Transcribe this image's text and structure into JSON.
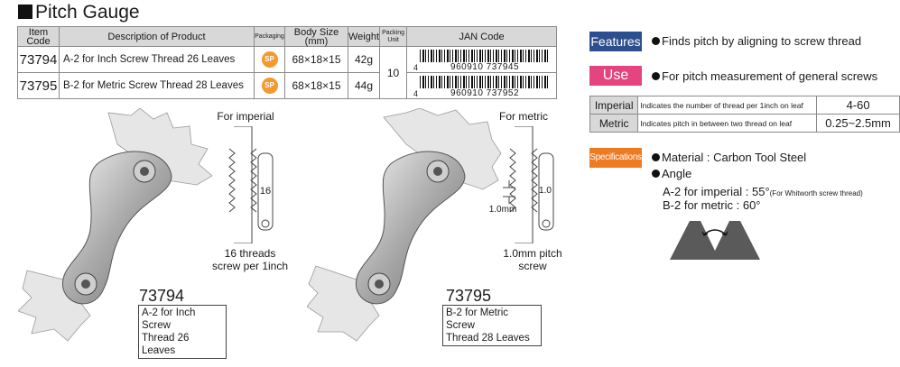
{
  "title": "Pitch Gauge",
  "table": {
    "headers": {
      "item_code": "Item Code",
      "description": "Description of Product",
      "packaging": "Packaging",
      "body_size": "Body Size (mm)",
      "weight": "Weight",
      "packing_unit": "Packing Unit",
      "jan_code": "JAN Code"
    },
    "packing_unit_value": "10",
    "rows": [
      {
        "code": "73794",
        "description": "A-2 for Inch Screw Thread 26 Leaves",
        "packaging": "SP",
        "body_size": "68×18×15",
        "weight": "42g",
        "jan_lead": "4",
        "jan_number": "960910 737945"
      },
      {
        "code": "73795",
        "description": "B-2 for Metric Screw Thread 28 Leaves",
        "packaging": "SP",
        "body_size": "68×18×15",
        "weight": "44g",
        "jan_lead": "4",
        "jan_number": "960910 737952"
      }
    ]
  },
  "imperial_fig": {
    "label_top": "For imperial",
    "dim": "16",
    "caption_line1": "16 threads",
    "caption_line2": "screw per 1inch",
    "code": "73794",
    "box_line1": "A-2 for Inch Screw",
    "box_line2": "Thread 26 Leaves"
  },
  "metric_fig": {
    "label_top": "For metric",
    "dim_right": "1.0",
    "dim_left": "1.0mm",
    "caption_line1": "1.0mm pitch",
    "caption_line2": "screw",
    "code": "73795",
    "box_line1": "B-2 for Metric Screw",
    "box_line2": "Thread 28 Leaves"
  },
  "features": {
    "tag": "Features",
    "text": "Finds pitch by aligning to screw thread"
  },
  "use": {
    "tag": "Use",
    "text": "For pitch measurement of general screws"
  },
  "pitch_table": [
    {
      "label": "Imperial",
      "desc": "Indicates the number of thread per 1inch on leaf",
      "value": "4-60"
    },
    {
      "label": "Metric",
      "desc": "Indicates pitch in between two thread on leaf",
      "value": "0.25~2.5mm"
    }
  ],
  "specs": {
    "tag": "Specifications",
    "material": "Material : Carbon Tool Steel",
    "angle": "Angle",
    "imperial_angle": "A-2 for imperial : 55°",
    "imperial_note": "(For Whitworth screw thread)",
    "metric_angle": "B-2 for metric : 60°"
  },
  "colors": {
    "features": "#2e4f8f",
    "use": "#e4457e",
    "specs": "#ee7a22",
    "sp_badge": "#f39a2e",
    "header_gray": "#d8d8d8"
  }
}
